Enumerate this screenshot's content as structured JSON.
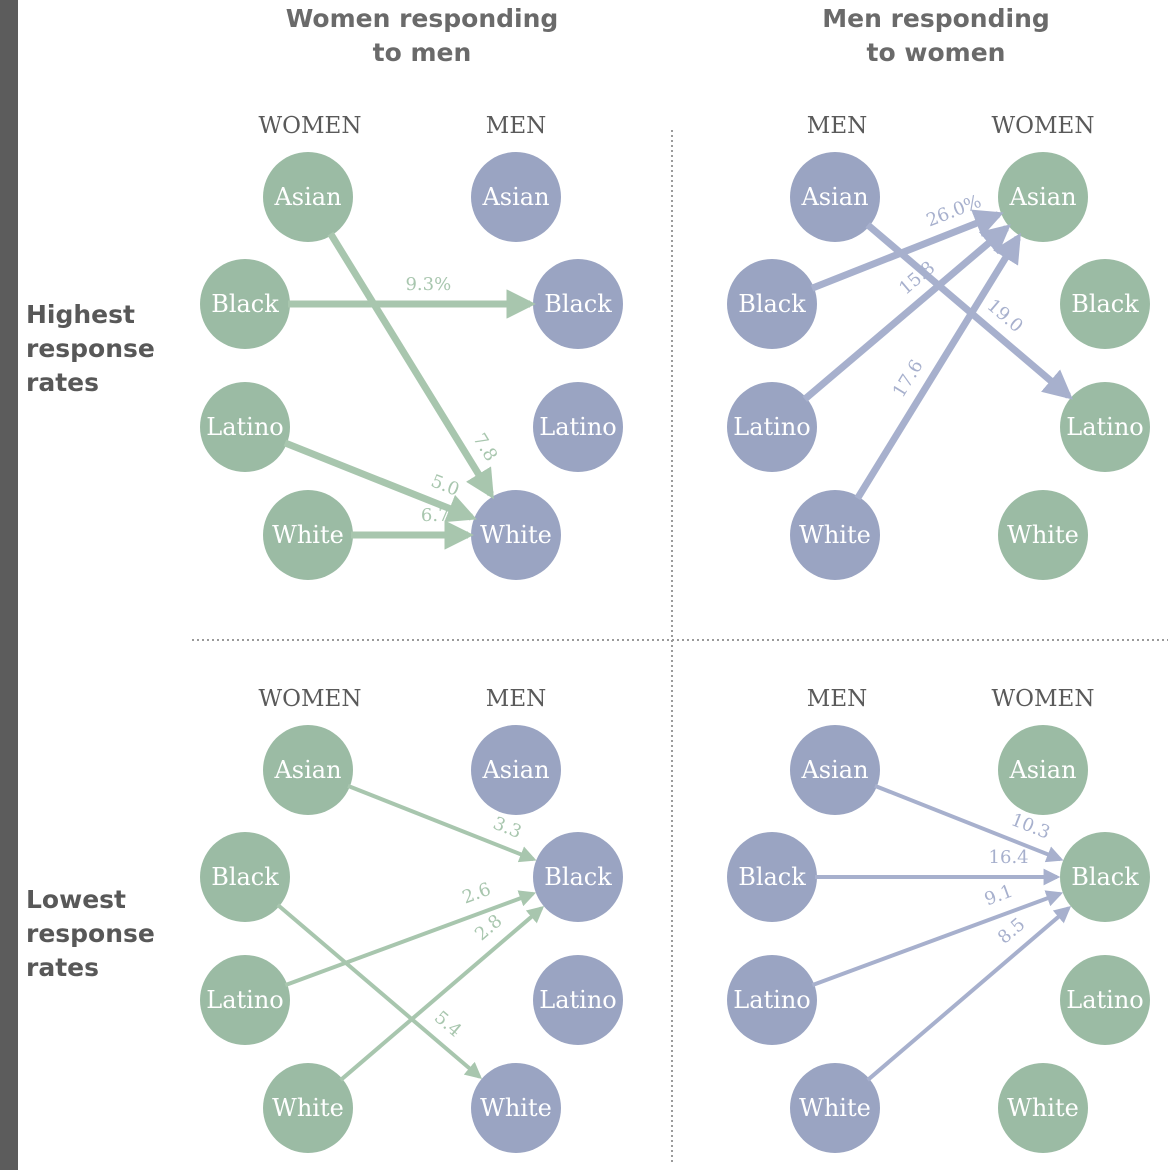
{
  "headers": {
    "left": [
      "Women responding",
      "to men"
    ],
    "right": [
      "Men responding",
      "to women"
    ]
  },
  "row_labels": {
    "top": [
      "Highest",
      "response",
      "rates"
    ],
    "bottom": [
      "Lowest",
      "response",
      "rates"
    ]
  },
  "colors": {
    "women": "#9bbba4",
    "men": "#9aa4c2",
    "women_arrow": "#a8c6ae",
    "men_arrow": "#a7b0cd",
    "label": "#ffffff",
    "col_header": "#5a5a5a",
    "divider": "#9a9a9a"
  },
  "groups": [
    "Asian",
    "Black",
    "Latino",
    "White"
  ],
  "panels": [
    {
      "id": "women-to-men-highest",
      "left_header": "WOMEN",
      "right_header": "MEN",
      "left_sex": "women",
      "right_sex": "men",
      "arrows": [
        {
          "from": "Asian",
          "to": "White",
          "value": "7.8"
        },
        {
          "from": "Black",
          "to": "Black",
          "value": "9.3%"
        },
        {
          "from": "Latino",
          "to": "White",
          "value": "5.0"
        },
        {
          "from": "White",
          "to": "White",
          "value": "6.7"
        }
      ]
    },
    {
      "id": "men-to-women-highest",
      "left_header": "MEN",
      "right_header": "WOMEN",
      "left_sex": "men",
      "right_sex": "women",
      "arrows": [
        {
          "from": "Asian",
          "to": "Latino",
          "value": "19.0"
        },
        {
          "from": "Black",
          "to": "Asian",
          "value": "26.0%"
        },
        {
          "from": "Latino",
          "to": "Asian",
          "value": "15.8"
        },
        {
          "from": "White",
          "to": "Asian",
          "value": "17.6"
        }
      ]
    },
    {
      "id": "women-to-men-lowest",
      "left_header": "WOMEN",
      "right_header": "MEN",
      "left_sex": "women",
      "right_sex": "men",
      "arrows": [
        {
          "from": "Asian",
          "to": "Black",
          "value": "3.3"
        },
        {
          "from": "Black",
          "to": "White",
          "value": "5.4"
        },
        {
          "from": "Latino",
          "to": "Black",
          "value": "2.6"
        },
        {
          "from": "White",
          "to": "Black",
          "value": "2.8"
        }
      ]
    },
    {
      "id": "men-to-women-lowest",
      "left_header": "MEN",
      "right_header": "WOMEN",
      "left_sex": "men",
      "right_sex": "women",
      "arrows": [
        {
          "from": "Asian",
          "to": "Black",
          "value": "10.3"
        },
        {
          "from": "Black",
          "to": "Black",
          "value": "16.4"
        },
        {
          "from": "Latino",
          "to": "Black",
          "value": "9.1"
        },
        {
          "from": "White",
          "to": "Black",
          "value": "8.5"
        }
      ]
    }
  ]
}
